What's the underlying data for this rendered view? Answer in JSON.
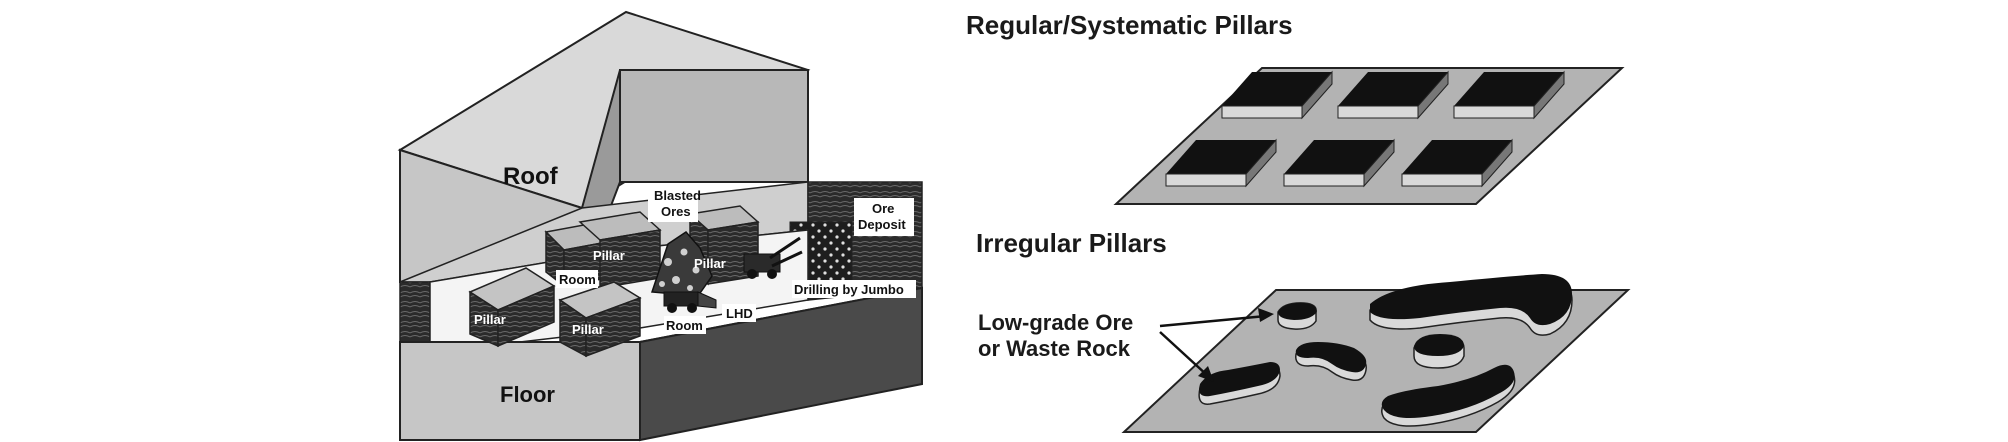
{
  "left_diagram": {
    "labels": {
      "roof": "Roof",
      "floor": "Floor",
      "blasted_ores_line1": "Blasted",
      "blasted_ores_line2": "Ores",
      "ore_deposit_line1": "Ore",
      "ore_deposit_line2": "Deposit",
      "pillar": "Pillar",
      "room": "Room",
      "lhd": "LHD",
      "drilling": "Drilling by Jumbo"
    }
  },
  "right_diagram": {
    "regular_title": "Regular/Systematic Pillars",
    "irregular_title": "Irregular Pillars",
    "callout_line1": "Low-grade Ore",
    "callout_line2": "or Waste Rock"
  },
  "colors": {
    "rock_light": "#c8c8c8",
    "rock_mid": "#a9a9a9",
    "rock_dark": "#4a4a4a",
    "ore_band": "#2b2b2b",
    "pillar_top": "#111111",
    "plate": "#b3b3b3"
  }
}
